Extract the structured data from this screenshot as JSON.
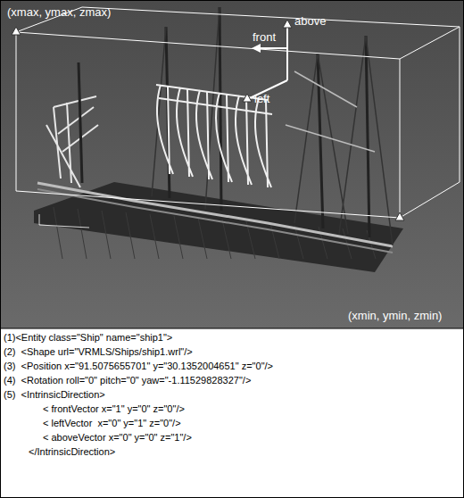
{
  "diagram": {
    "labels": [
      "(xmax, ymax, zmax)",
      "above",
      "front",
      "left",
      "(xmin, ymin, zmin)",
      "(1)<Entity class=\"Ship\" name=\"ship1\">",
      "(2)  <Shape url=\"VRMLS/Ships/ship1.wrl\"/>",
      "(3)  <Position x=\"91.5075655701\" y=\"30.1352004651\" z=\"0\"/>",
      "(4)  <Rotation roll=\"0\" pitch=\"0\" yaw=\"-1.11529828327\"/>",
      "(5)  <IntrinsicDirection>",
      "< frontVector x=\"1\" y=\"0\" z=\"0\"/>",
      "< leftVector  x=\"0\" y=\"1\" z=\"0\"/>",
      "< aboveVector x=\"0\" y=\"0\" z=\"1\"/>",
      "</IntrinsicDirection>"
    ]
  }
}
